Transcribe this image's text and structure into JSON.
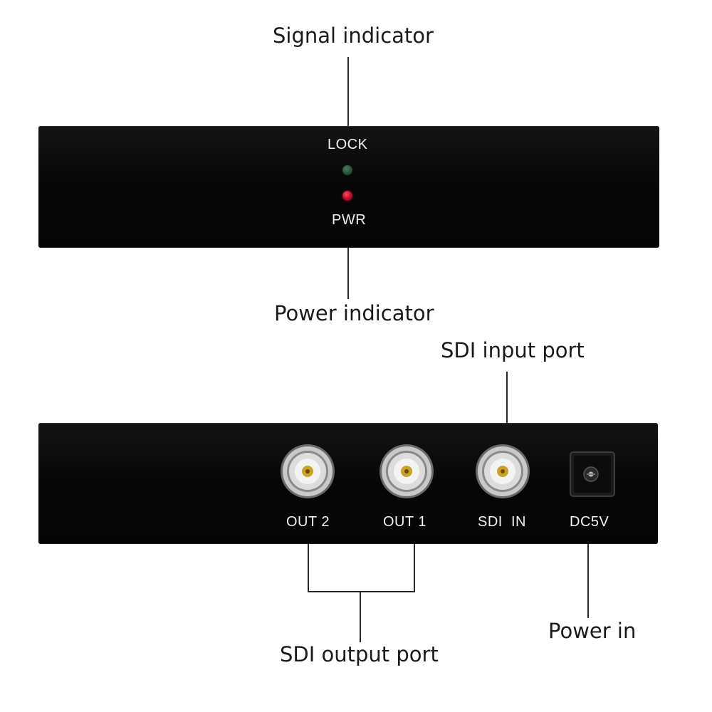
{
  "front_panel": {
    "callout_top": "Signal indicator",
    "callout_bottom": "Power indicator",
    "lock_label": "LOCK",
    "pwr_label": "PWR",
    "lock_led_color": "#2c5a3a",
    "pwr_led_color": "#c8102e"
  },
  "rear_panel": {
    "callout_input": "SDI input port",
    "callout_outputs": "SDI output port",
    "callout_power": "Power in",
    "ports": {
      "out2": "OUT 2",
      "out1": "OUT 1",
      "sdi_in": "SDI  IN",
      "dc": "DC5V"
    }
  },
  "colors": {
    "housing": "#0a0a0a",
    "label_text": "#f2f2f2",
    "callout_text": "#1a1a1a",
    "connector_metal": "#c9c9c9",
    "connector_pin": "#c9a227"
  }
}
